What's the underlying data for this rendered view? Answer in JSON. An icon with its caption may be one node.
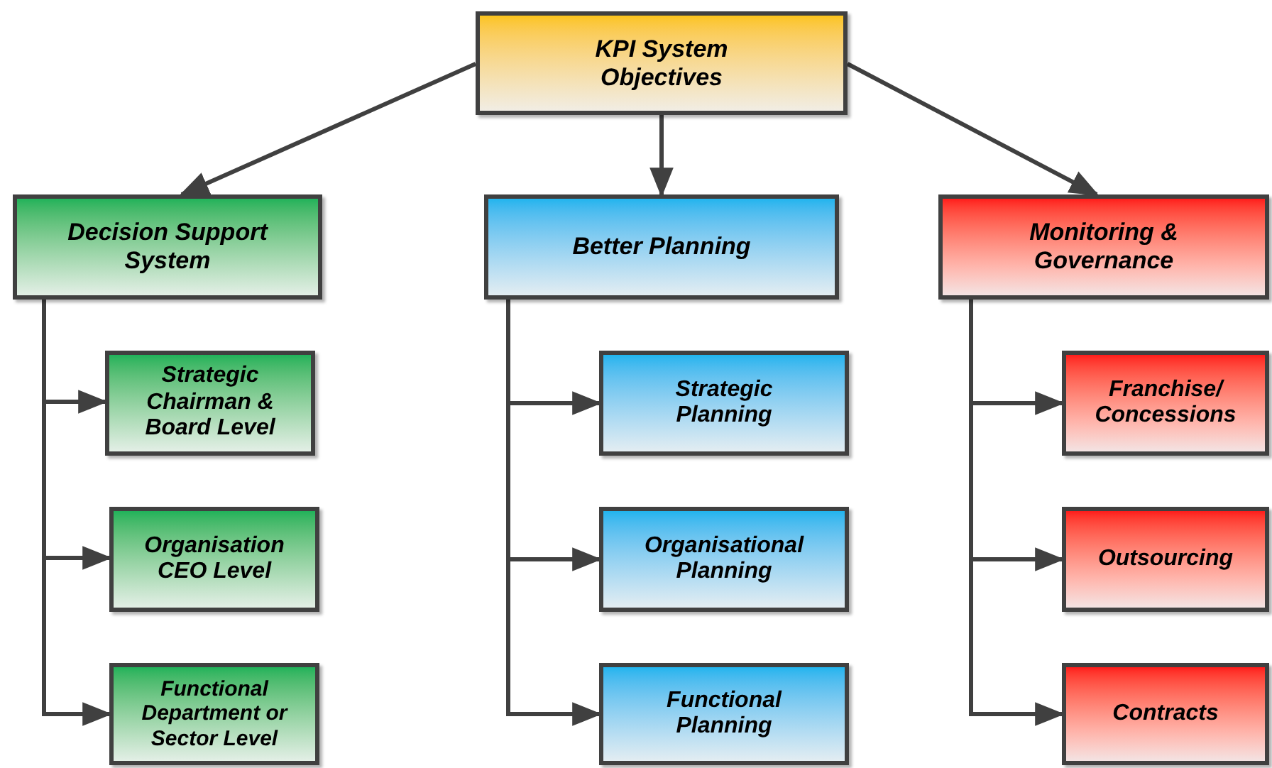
{
  "diagram": {
    "nodes": [
      {
        "text": [
          "KPI System Objectives"
        ]
      },
      {
        "text": [
          "Decision Support System"
        ]
      },
      {
        "text": [
          "Better Planning"
        ]
      },
      {
        "text": [
          "Monitoring & Governance"
        ]
      },
      {
        "text": [
          "Strategic Chairman & Board Level"
        ]
      },
      {
        "text": [
          "Organisation CEO Level"
        ]
      },
      {
        "text": [
          "Functional Department or Sector Level"
        ]
      },
      {
        "text": [
          "Strategic Planning"
        ]
      },
      {
        "text": [
          "Organisational Planning"
        ]
      },
      {
        "text": [
          "Functional Planning"
        ]
      },
      {
        "text": [
          "Franchise/ Concessions"
        ]
      },
      {
        "text": [
          "Outsourcing"
        ]
      },
      {
        "text": [
          "Contracts"
        ]
      }
    ],
    "edges": [
      {
        "from": 0,
        "to": 1,
        "arrow": "to"
      },
      {
        "from": 0,
        "to": 2,
        "arrow": "to"
      },
      {
        "from": 0,
        "to": 3,
        "arrow": "to"
      },
      {
        "from": 1,
        "to": 4,
        "arrow": "to"
      },
      {
        "from": 1,
        "to": 5,
        "arrow": "to"
      },
      {
        "from": 1,
        "to": 6,
        "arrow": "to"
      },
      {
        "from": 2,
        "to": 7,
        "arrow": "to"
      },
      {
        "from": 2,
        "to": 8,
        "arrow": "to"
      },
      {
        "from": 2,
        "to": 9,
        "arrow": "to"
      },
      {
        "from": 3,
        "to": 10,
        "arrow": "to"
      },
      {
        "from": 3,
        "to": 11,
        "arrow": "to"
      },
      {
        "from": 3,
        "to": 12,
        "arrow": "to"
      }
    ]
  }
}
